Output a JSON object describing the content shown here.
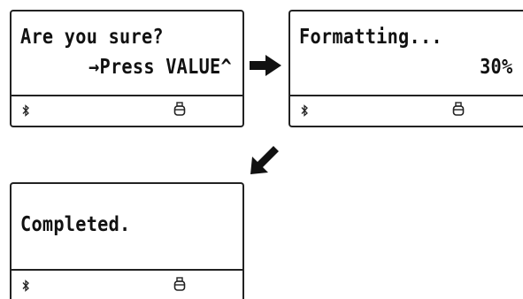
{
  "screens": {
    "confirm": {
      "line1": "Are you sure?",
      "line2": "→Press VALUE^",
      "status_icons": [
        "bluetooth-icon",
        "usb-memory-icon"
      ]
    },
    "progress": {
      "line1": "Formatting...",
      "line2": "30%",
      "progress_percent": 30,
      "status_icons": [
        "bluetooth-icon",
        "usb-memory-icon"
      ]
    },
    "done": {
      "line1": "Completed.",
      "status_icons": [
        "bluetooth-icon",
        "usb-memory-icon"
      ]
    }
  },
  "flow_arrows": [
    "right-arrow",
    "down-left-arrow"
  ],
  "colors": {
    "lcd_text": "#111111",
    "lcd_border": "#222222",
    "background": "#ffffff"
  }
}
